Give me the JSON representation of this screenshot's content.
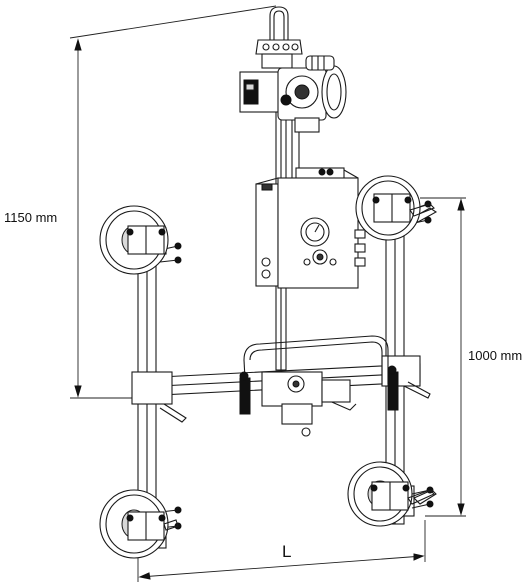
{
  "dimensions": {
    "overall_height": "1150 mm",
    "frame_height": "1000 mm",
    "width": "L"
  }
}
